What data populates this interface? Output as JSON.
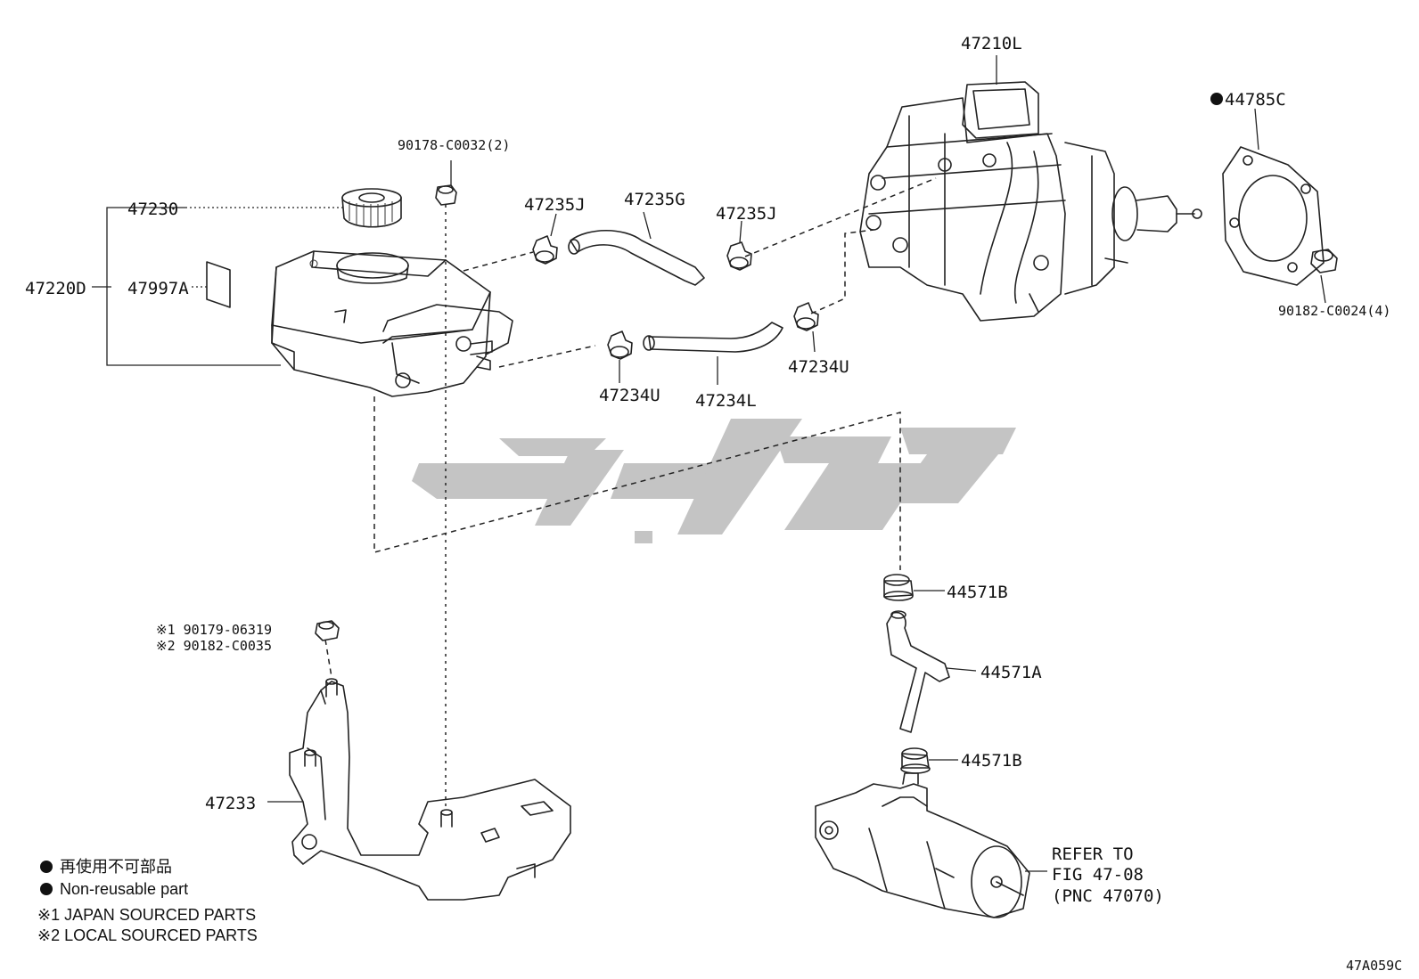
{
  "watermark_color": "#c4c4c4",
  "line_color": "#222222",
  "labels": {
    "p47210L": "47210L",
    "p44785C": "44785C",
    "p90182_C0024": "90182-C0024(4)",
    "p90178_C0032": "90178-C0032(2)",
    "p47235J_left": "47235J",
    "p47235G": "47235G",
    "p47235J_right": "47235J",
    "p47230": "47230",
    "p47220D": "47220D",
    "p47997A": "47997A",
    "p47234U_left": "47234U",
    "p47234L": "47234L",
    "p47234U_right": "47234U",
    "p44571B_top": "44571B",
    "p44571A": "44571A",
    "p44571B_bottom": "44571B",
    "p47233": "47233",
    "note1_line": "※1 90179-06319",
    "note2_line": "※2 90182-C0035",
    "refer_line1": "REFER TO",
    "refer_line2": "FIG 47-08",
    "refer_line3": "(PNC 47070)",
    "diagram_code": "47A059C"
  },
  "legend": {
    "non_reusable_jp": "再使用不可部品",
    "non_reusable_en": "Non-reusable part",
    "japan_sourced": "※1 JAPAN SOURCED PARTS",
    "local_sourced": "※2 LOCAL SOURCED PARTS"
  }
}
